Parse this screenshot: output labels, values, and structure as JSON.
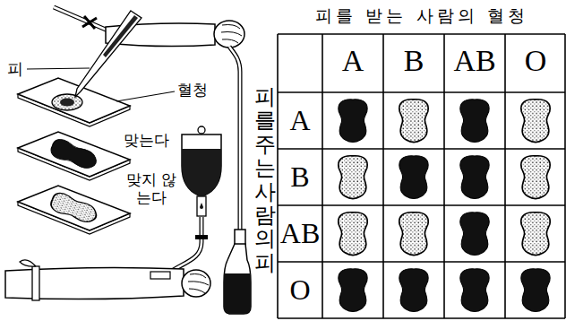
{
  "diagram": {
    "labels": [
      "피",
      "혈청",
      "맞는다",
      "맞지 않는다",
      "피를 받는 사람의 혈청",
      "A",
      "B",
      "AB",
      "O",
      "피를 주는 사람의 피",
      "A",
      "B",
      "AB",
      "O"
    ]
  }
}
